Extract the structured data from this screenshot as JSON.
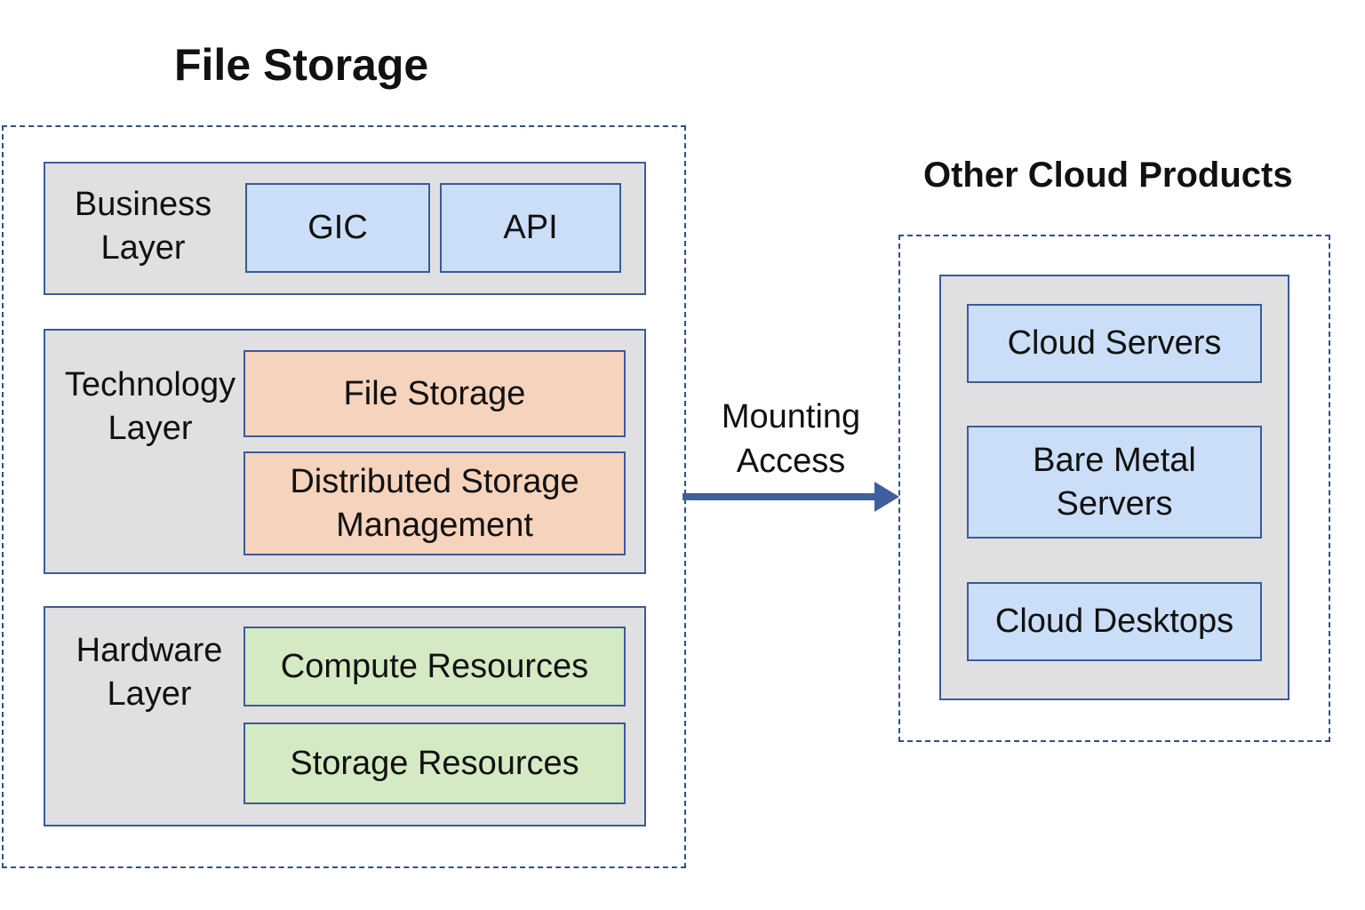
{
  "left_group": {
    "title": "File Storage",
    "layers": {
      "business": {
        "label": "Business\nLayer",
        "components": [
          "GIC",
          "API"
        ]
      },
      "technology": {
        "label": "Technology\nLayer",
        "components": [
          "File Storage",
          "Distributed Storage\nManagement"
        ]
      },
      "hardware": {
        "label": "Hardware\nLayer",
        "components": [
          "Compute Resources",
          "Storage Resources"
        ]
      }
    }
  },
  "connection": {
    "label_line1": "Mounting",
    "label_line2": "Access"
  },
  "right_group": {
    "title": "Other Cloud Products",
    "products": [
      "Cloud Servers",
      "Bare Metal\nServers",
      "Cloud Desktops"
    ]
  },
  "colors": {
    "border": "#3c5a99",
    "dashed_border": "#2f4f8f",
    "layer_fill": "#e0e0e3",
    "blue_fill": "#cadff7",
    "orange_fill": "#f6d3bd",
    "green_fill": "#d4eac4",
    "arrow": "#3f5f9f"
  }
}
